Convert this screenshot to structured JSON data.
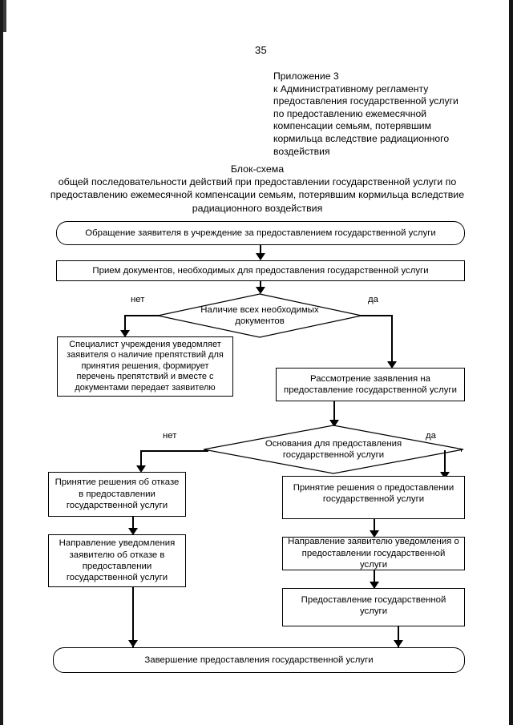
{
  "document": {
    "page_number": "35",
    "header_lines": [
      "Приложение 3",
      "к Административному регламенту",
      "предоставления государственной услуги",
      "по предоставлению ежемесячной",
      "компенсации семьям, потерявшим",
      "кормильца вследствие радиационного",
      "воздействия"
    ],
    "title_heading": "Блок-схема",
    "title_body": "общей последовательности действий при предоставлении государственной услуги по предоставлению ежемесячной компенсации семьям, потерявшим кормильца вследствие радиационного воздействия"
  },
  "flowchart": {
    "nodes": {
      "start": "Обращение заявителя в учреждение за предоставлением государственной услуги",
      "intake": "Прием документов, необходимых для предоставления государственной услуги",
      "decision1": "Наличие всех необходимых документов",
      "obstacles": "Специалист учреждения уведомляет заявителя о наличие препятствий для принятия решения, формирует перечень препятствий и вместе с документами передает заявителю",
      "review": "Рассмотрение заявления на предоставление государственной услуги",
      "decision2": "Основания для предоставления государственной услуги",
      "refusal_decision": "Принятие решения об отказе в предоставлении государственной услуги",
      "refusal_notice": "Направление уведомления заявителю об отказе в предоставлении государственной услуги",
      "grant_decision": "Принятие решения о предоставлении государственной услуги",
      "grant_notice": "Направление заявителю уведомления о предоставлении государственной услуги",
      "provision": "Предоставление государственной услуги",
      "end": "Завершение предоставления государственной услуги"
    },
    "branch_labels": {
      "d1_no": "нет",
      "d1_yes": "да",
      "d2_no": "нет",
      "d2_yes": "да"
    }
  }
}
